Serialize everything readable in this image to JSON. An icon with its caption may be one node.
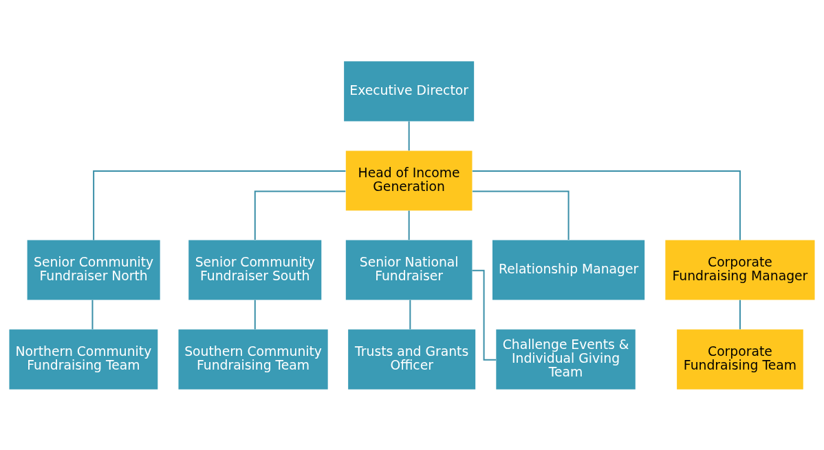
{
  "diagram": {
    "nodes": [
      {
        "text": [
          "Executive Director"
        ]
      },
      {
        "text": [
          "Head of Income Generation"
        ]
      },
      {
        "text": [
          "Senior Community Fundraiser North"
        ]
      },
      {
        "text": [
          "Senior Community Fundraiser South"
        ]
      },
      {
        "text": [
          "Senior National Fundraiser"
        ]
      },
      {
        "text": [
          "Relationship Manager"
        ]
      },
      {
        "text": [
          "Corporate Fundraising Manager"
        ]
      },
      {
        "text": [
          "Northern Community Fundraising Team"
        ]
      },
      {
        "text": [
          "Southern Community Fundraising Team"
        ]
      },
      {
        "text": [
          "Trusts and Grants Officer"
        ]
      },
      {
        "text": [
          "Challenge Events & Individual Giving Team"
        ]
      },
      {
        "text": [
          "Corporate Fundraising Team"
        ]
      }
    ],
    "edges": [
      {
        "from": 0,
        "to": 1,
        "arrow": "none"
      },
      {
        "from": 1,
        "to": 2,
        "arrow": "none"
      },
      {
        "from": 1,
        "to": 3,
        "arrow": "none"
      },
      {
        "from": 1,
        "to": 4,
        "arrow": "none"
      },
      {
        "from": 1,
        "to": 5,
        "arrow": "none"
      },
      {
        "from": 1,
        "to": 6,
        "arrow": "none"
      },
      {
        "from": 2,
        "to": 7,
        "arrow": "none"
      },
      {
        "from": 3,
        "to": 8,
        "arrow": "none"
      },
      {
        "from": 4,
        "to": 9,
        "arrow": "none"
      },
      {
        "from": 4,
        "to": 10,
        "arrow": "none"
      },
      {
        "from": 6,
        "to": 11,
        "arrow": "none"
      }
    ]
  }
}
